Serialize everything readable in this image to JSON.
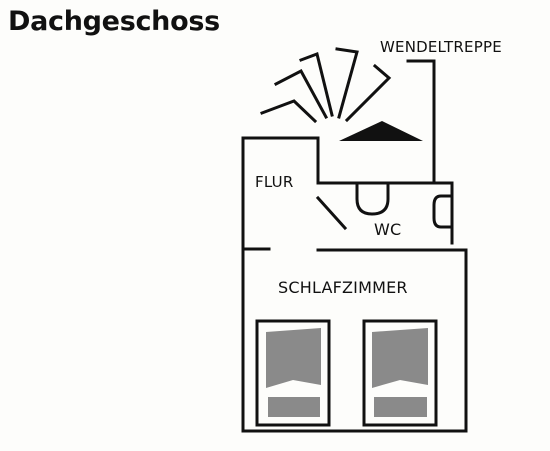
{
  "page_title": "Dachgeschoss",
  "rooms": {
    "stair_label": "WENDELTREPPE",
    "hall_label": "FLUR",
    "wc_label": "WC",
    "bedroom_label": "SCHLAFZIMMER"
  },
  "colors": {
    "wall": "#111111",
    "bed_fill": "#8a8a8a",
    "background": "#fdfdfb"
  }
}
